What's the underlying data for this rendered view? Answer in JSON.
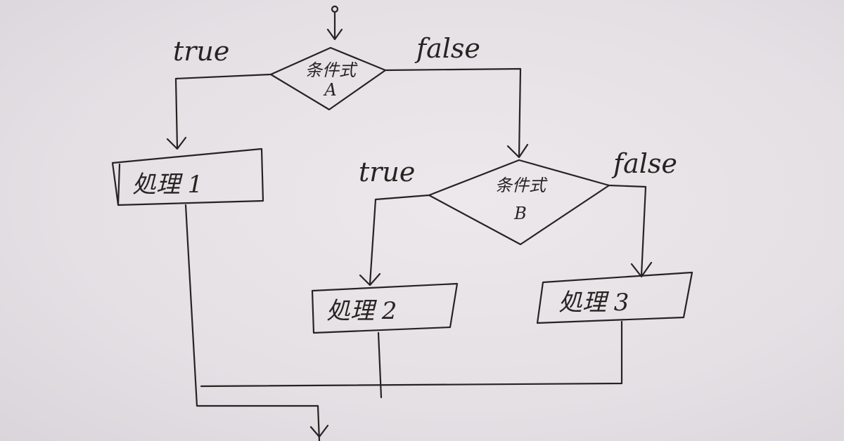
{
  "diagram": {
    "decision_a": {
      "line1": "条件式",
      "line2": "A"
    },
    "decision_b": {
      "line1": "条件式",
      "line2": "B"
    },
    "process_1": "処理 1",
    "process_2": "処理 2",
    "process_3": "処理 3",
    "edge_a_true": "true",
    "edge_a_false": "false",
    "edge_b_true": "true",
    "edge_b_false": "false"
  },
  "colors": {
    "paper": "#e6e2e6",
    "ink": "#2a2222"
  }
}
